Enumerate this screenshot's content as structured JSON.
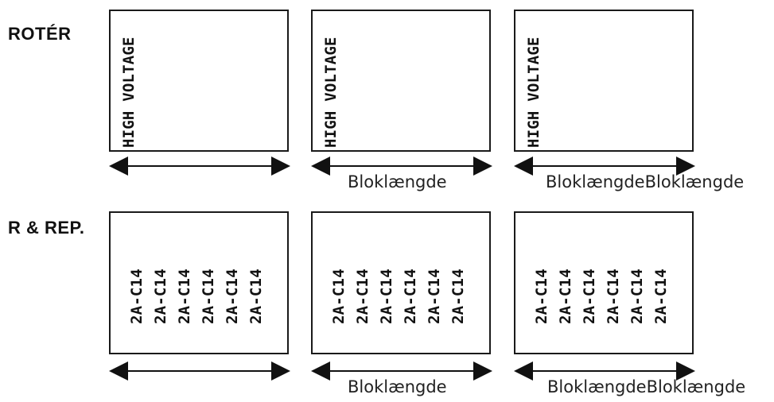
{
  "rows": [
    {
      "label": "ROTÉR",
      "panels": [
        {
          "lines": [
            "HIGH VOLTAGE"
          ],
          "dimension_label": ""
        },
        {
          "lines": [
            "HIGH VOLTAGE"
          ],
          "dimension_label": "Bloklængde"
        },
        {
          "lines": [
            "HIGH VOLTAGE"
          ],
          "dimension_label": "BloklængdeBloklængde"
        }
      ]
    },
    {
      "label": "R & REP.",
      "panels": [
        {
          "lines": [
            "2A-C14",
            "2A-C14",
            "2A-C14",
            "2A-C14",
            "2A-C14",
            "2A-C14"
          ],
          "dimension_label": ""
        },
        {
          "lines": [
            "2A-C14",
            "2A-C14",
            "2A-C14",
            "2A-C14",
            "2A-C14",
            "2A-C14"
          ],
          "dimension_label": "Bloklængde"
        },
        {
          "lines": [
            "2A-C14",
            "2A-C14",
            "2A-C14",
            "2A-C14",
            "2A-C14",
            "2A-C14"
          ],
          "dimension_label": "BloklængdeBloklængde"
        }
      ]
    }
  ]
}
